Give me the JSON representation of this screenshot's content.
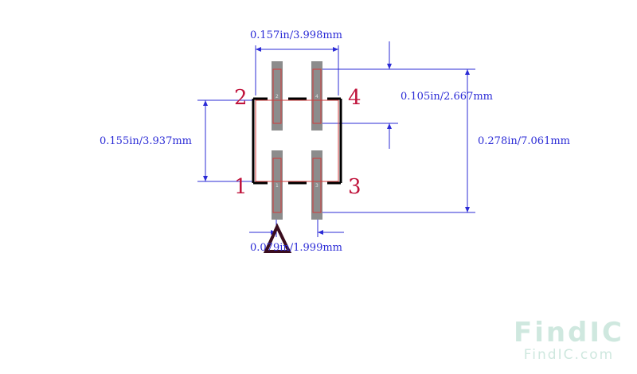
{
  "dimensions": {
    "pitch_width": "0.157in/3.998mm",
    "pad_length": "0.105in/2.667mm",
    "row_span": "0.155in/3.937mm",
    "overall_length": "0.278in/7.061mm",
    "pad_pitch": "0.079in/1.999mm"
  },
  "pins": {
    "p1": "1",
    "p2": "2",
    "p3": "3",
    "p4": "4"
  },
  "pads": {
    "p1": "1",
    "p2": "2",
    "p3": "3",
    "p4": "4"
  },
  "watermark": {
    "brand": "FindIC",
    "url": "FindIC.com"
  },
  "colors": {
    "dimension": "#2b2bd6",
    "pin_label": "#c0143c",
    "pad": "#8c8c8c",
    "outline": "#000000",
    "courtyard": "#d23c3c"
  }
}
